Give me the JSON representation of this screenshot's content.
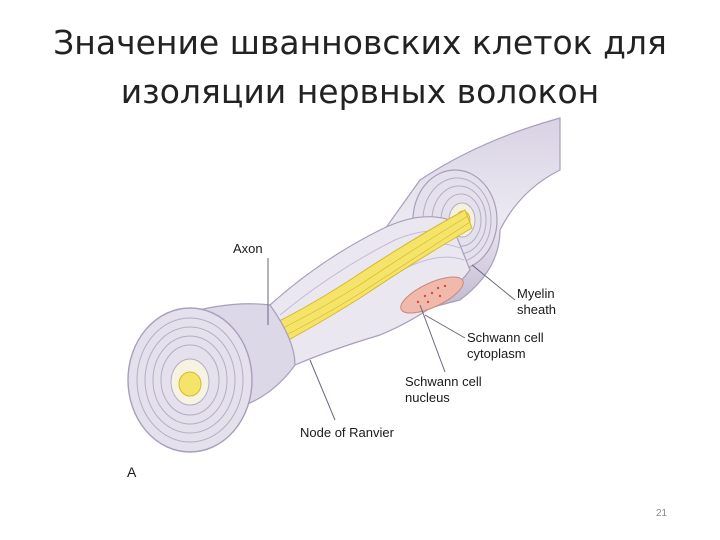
{
  "slide": {
    "title_line1": "Значение шванновских клеток для",
    "title_line2": "изоляции нервных волокон",
    "page_number": "21"
  },
  "diagram": {
    "labels": {
      "axon": "Axon",
      "myelin_line1": "Myelin",
      "myelin_line2": "sheath",
      "cytoplasm_line1": "Schwann cell",
      "cytoplasm_line2": "cytoplasm",
      "nucleus_line1": "Schwann cell",
      "nucleus_line2": "nucleus",
      "node": "Node of Ranvier",
      "panel": "A"
    },
    "colors": {
      "membrane": "#c9c2d6",
      "membrane_dark": "#a89fbb",
      "myelin_fill": "#e4e0ec",
      "axon": "#f4e46a",
      "axon_stroke": "#d7b92a",
      "nucleus": "#f0b9ab",
      "nucleus_dots": "#d9483a",
      "line": "#6b6680"
    }
  }
}
